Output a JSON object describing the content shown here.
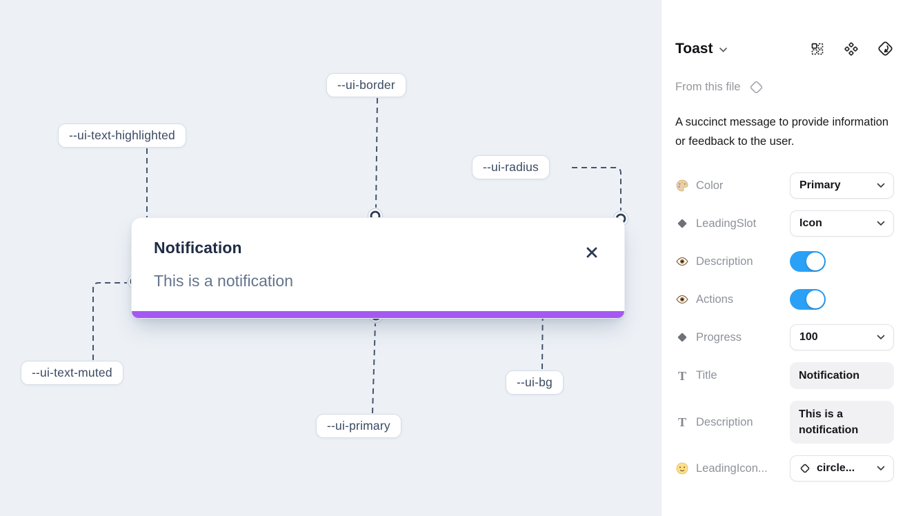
{
  "canvas": {
    "toast": {
      "title": "Notification",
      "description": "This is a notification"
    },
    "labels": [
      {
        "text": "--ui-border"
      },
      {
        "text": "--ui-text-highlighted"
      },
      {
        "text": "--ui-radius"
      },
      {
        "text": "--ui-text-muted"
      },
      {
        "text": "--ui-primary"
      },
      {
        "text": "--ui-bg"
      }
    ],
    "colors": {
      "canvas_background": "#edf1f6",
      "toast_primary_bar": "#a558f2",
      "toast_title_text": "#202c45",
      "toast_muted_text": "#64748b",
      "connector_line": "#44536b"
    }
  },
  "panel": {
    "header": {
      "title": "Toast"
    },
    "header_icons": [
      {
        "name": "variant-grid-icon"
      },
      {
        "name": "component-icon"
      },
      {
        "name": "swap-instance-icon"
      }
    ],
    "source": {
      "label": "From this file",
      "icon": "diamond-outline-icon"
    },
    "description": "A succinct message to provide information or feedback to the user.",
    "properties": [
      {
        "label": "Color",
        "icon": "palette-icon",
        "control": "dropdown",
        "value": "Primary"
      },
      {
        "label": "LeadingSlot",
        "icon": "diamond-icon",
        "control": "dropdown",
        "value": "Icon"
      },
      {
        "label": "Description",
        "icon": "eye-icon",
        "control": "toggle",
        "value": "on"
      },
      {
        "label": "Actions",
        "icon": "eye-icon",
        "control": "toggle",
        "value": "on"
      },
      {
        "label": "Progress",
        "icon": "diamond-icon",
        "control": "dropdown",
        "value": "100"
      },
      {
        "label": "Title",
        "icon": "text-icon",
        "control": "text",
        "value": "Notification"
      },
      {
        "label": "Description",
        "icon": "text-icon",
        "control": "text",
        "value": "This is a notification"
      },
      {
        "label": "LeadingIcon...",
        "icon": "smiley-icon",
        "control": "dropdown",
        "value": "circle..."
      }
    ],
    "colors": {
      "toggle_on": "#2aa1f7"
    }
  }
}
